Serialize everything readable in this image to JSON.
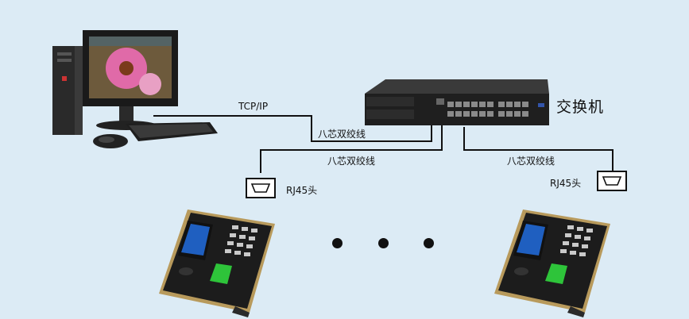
{
  "labels": {
    "tcpip": "TCP/IP",
    "cable_1": "八芯双绞线",
    "cable_2": "八芯双绞线",
    "cable_3": "八芯双绞线",
    "switch": "交换机",
    "rj45_left": "RJ45头",
    "rj45_right": "RJ45头"
  },
  "colors": {
    "background": "#dcebf5",
    "line": "#111111",
    "device_body": "#1c1c1c",
    "device_bezel": "#b89a5c",
    "screen": "#1f5fc0",
    "fingerprint": "#2ec43a"
  },
  "icons": [
    "computer-icon",
    "network-switch-icon",
    "time-attendance-terminal-icon",
    "rj45-connector-icon"
  ]
}
